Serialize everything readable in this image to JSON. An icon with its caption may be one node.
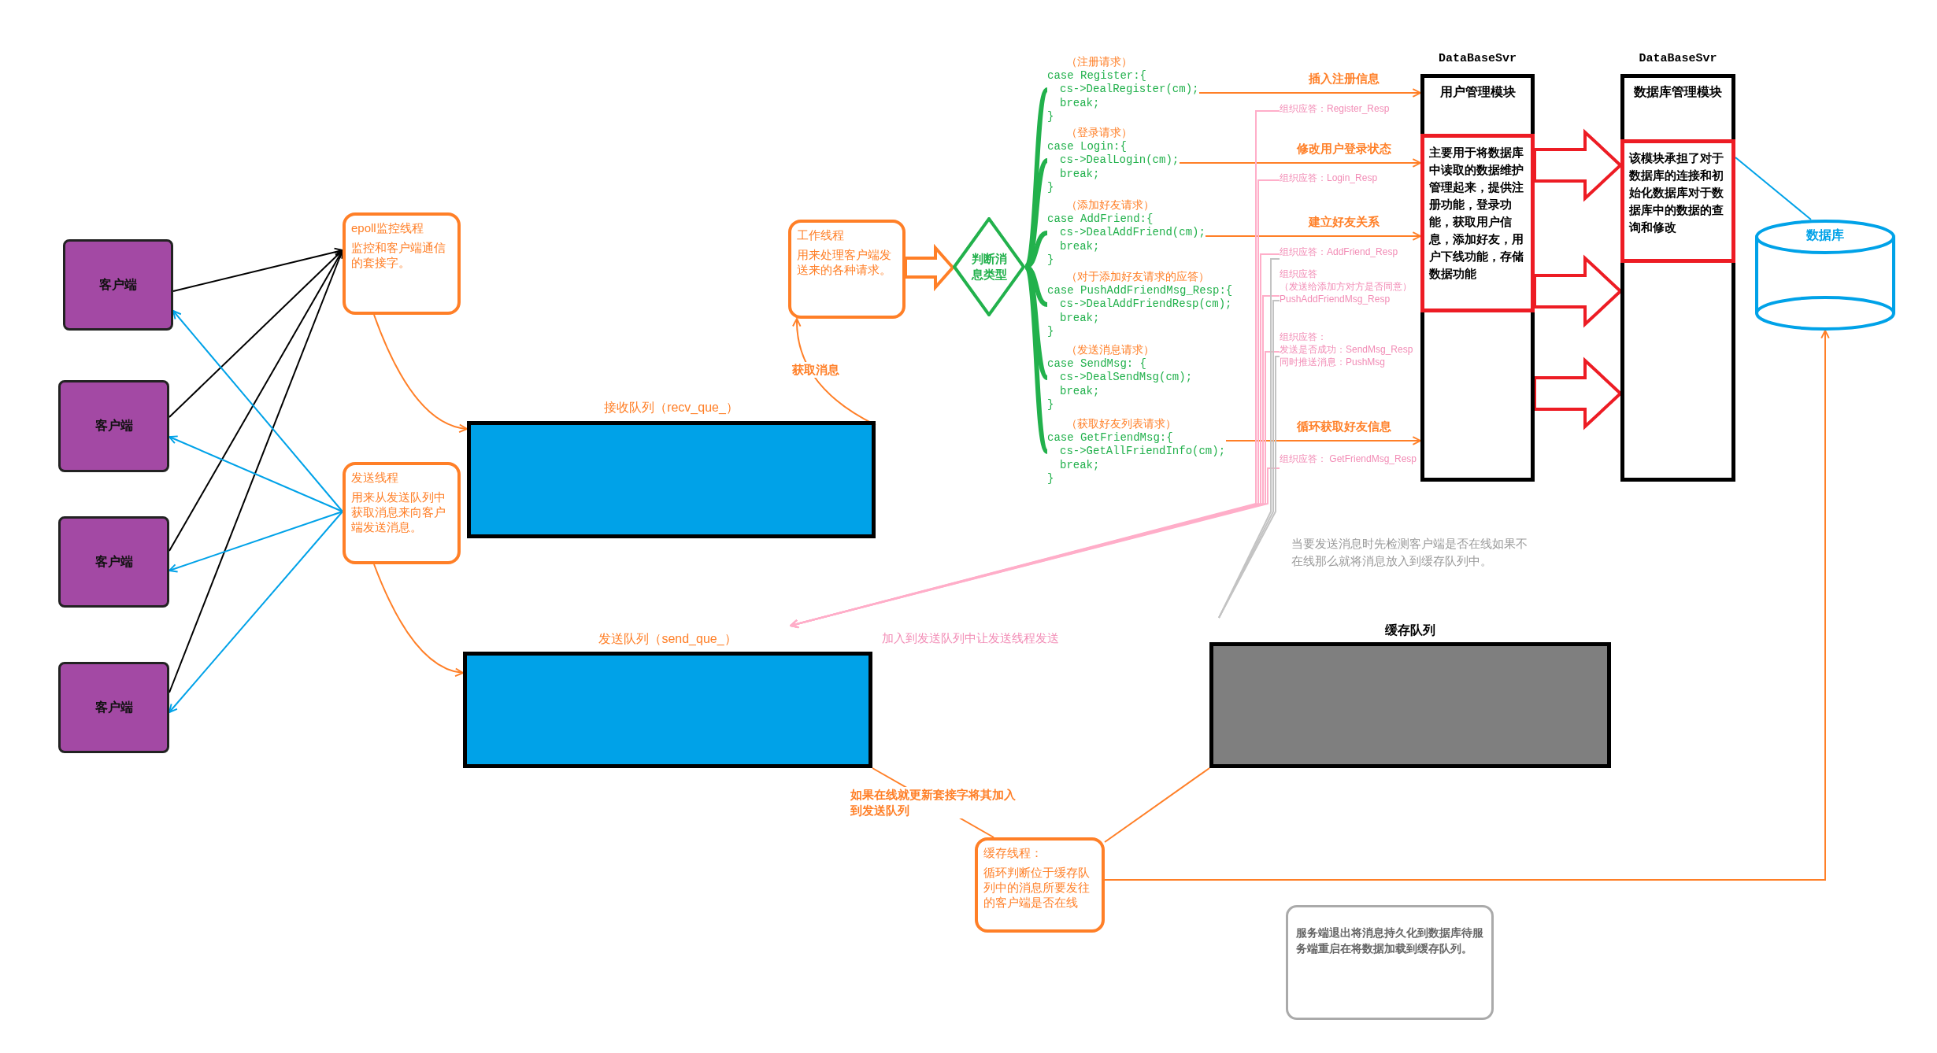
{
  "diagram": {
    "nodes": [
      {
        "text": [
          "客户端"
        ]
      },
      {
        "text": [
          "客户端"
        ]
      },
      {
        "text": [
          "客户端"
        ]
      },
      {
        "text": [
          "客户端"
        ]
      },
      {
        "text": [
          "epoll监控线程",
          "监控和客户端通信的套接字。"
        ]
      },
      {
        "text": [
          "发送线程",
          "用来从发送队列中获取消息来向客户端发送消息。"
        ]
      },
      {
        "text": [
          "接收队列（recv_que_）"
        ]
      },
      {
        "text": [
          "发送队列（send_que_）"
        ]
      },
      {
        "text": [
          "工作线程",
          "用来处理客户端发送来的各种请求。"
        ]
      },
      {
        "text": [
          "判断消息类型"
        ]
      },
      {
        "text": [
          "（注册请求）",
          "case Register:{",
          "cs->DealRegister(cm);",
          "break;",
          "}"
        ]
      },
      {
        "text": [
          "（登录请求）",
          "case Login:{",
          "cs->DealLogin(cm);",
          "break;",
          "}"
        ]
      },
      {
        "text": [
          "（添加好友请求）",
          "case AddFriend:{",
          "cs->DealAddFriend(cm);",
          "break;",
          "}"
        ]
      },
      {
        "text": [
          "（对于添加好友请求的应答）",
          "case PushAddFriendMsg_Resp:{",
          "cs->DealAddFriendResp(cm);",
          "break;",
          "}"
        ]
      },
      {
        "text": [
          "（发送消息请求）",
          "case SendMsg: {",
          "cs->DealSendMsg(cm);",
          "break;",
          "}"
        ]
      },
      {
        "text": [
          "（获取好友列表请求）",
          "case GetFriendMsg:{",
          "cs->GetAllFriendInfo(cm);",
          "break;",
          "}"
        ]
      },
      {
        "text": [
          "组织应答：Register_Resp"
        ]
      },
      {
        "text": [
          "组织应答：Login_Resp"
        ]
      },
      {
        "text": [
          "组织应答：AddFriend_Resp"
        ]
      },
      {
        "text": [
          "组织应答",
          "（发送给添加方对方是否同意）",
          "PushAddFriendMsg_Resp"
        ]
      },
      {
        "text": [
          "组织应答：",
          "发送是否成功：SendMsg_Resp",
          "同时推送消息：PushMsg"
        ]
      },
      {
        "text": [
          "组织应答： GetFriendMsg_Resp"
        ]
      },
      {
        "text": [
          "DataBaseSvr",
          "用户管理模块"
        ]
      },
      {
        "text": [
          "主要用于将数据库中读取的数据维护管理起来，提供注册功能，登录功能，获取用户信息，添加好友，用户下线功能，存储数据功能"
        ],
        "in": 22
      },
      {
        "text": [
          "DataBaseSvr",
          "数据库管理模块"
        ]
      },
      {
        "text": [
          "该模块承担了对于数据库的连接和初始化数据库对于数据库中的数据的查询和修改"
        ],
        "in": 24
      },
      {
        "text": [
          "数据库"
        ]
      },
      {
        "text": [
          "缓存队列"
        ]
      },
      {
        "text": [
          "缓存线程：",
          "循环判断位于缓存队列中的消息所要发往的客户端是否在线"
        ]
      },
      {
        "text": [
          "服务端退出将消息持久化到数据库待服务端重启在将数据加载到缓存队列。"
        ]
      }
    ],
    "edges": [
      {
        "from": 0,
        "to": 4,
        "arrow": "to",
        "color": "#000000"
      },
      {
        "from": 1,
        "to": 4,
        "arrow": "to",
        "color": "#000000"
      },
      {
        "from": 2,
        "to": 4,
        "arrow": "to",
        "color": "#000000"
      },
      {
        "from": 3,
        "to": 4,
        "arrow": "to",
        "color": "#000000"
      },
      {
        "from": 5,
        "to": 0,
        "arrow": "to",
        "color": "#00a2e8"
      },
      {
        "from": 5,
        "to": 1,
        "arrow": "to",
        "color": "#00a2e8"
      },
      {
        "from": 5,
        "to": 2,
        "arrow": "to",
        "color": "#00a2e8"
      },
      {
        "from": 5,
        "to": 3,
        "arrow": "to",
        "color": "#00a2e8"
      },
      {
        "from": 4,
        "to": 6,
        "arrow": "to",
        "color": "#ff7f27"
      },
      {
        "from": 5,
        "to": 7,
        "arrow": "to",
        "color": "#ff7f27"
      },
      {
        "from": 6,
        "to": 8,
        "arrow": "to",
        "label": "获取消息",
        "color": "#ff7f27"
      },
      {
        "from": 8,
        "to": 9,
        "arrow": "to",
        "style": "thick",
        "color": "#ff7f27"
      },
      {
        "from": 9,
        "to": 10,
        "arrow": "none",
        "style": "thick",
        "color": "#22b14c"
      },
      {
        "from": 9,
        "to": 11,
        "arrow": "none",
        "style": "thick",
        "color": "#22b14c"
      },
      {
        "from": 9,
        "to": 12,
        "arrow": "none",
        "style": "thick",
        "color": "#22b14c"
      },
      {
        "from": 9,
        "to": 13,
        "arrow": "none",
        "style": "thick",
        "color": "#22b14c"
      },
      {
        "from": 9,
        "to": 14,
        "arrow": "none",
        "style": "thick",
        "color": "#22b14c"
      },
      {
        "from": 9,
        "to": 15,
        "arrow": "none",
        "style": "thick",
        "color": "#22b14c"
      },
      {
        "from": 10,
        "to": 22,
        "arrow": "to",
        "label": "插入注册信息",
        "color": "#ff7f27"
      },
      {
        "from": 11,
        "to": 22,
        "arrow": "to",
        "label": "修改用户登录状态",
        "color": "#ff7f27"
      },
      {
        "from": 12,
        "to": 22,
        "arrow": "to",
        "label": "建立好友关系",
        "color": "#ff7f27"
      },
      {
        "from": 15,
        "to": 22,
        "arrow": "to",
        "label": "循环获取好友信息",
        "color": "#ff7f27"
      },
      {
        "from": 16,
        "to": 7,
        "arrow": "to",
        "color": "#ffaec9"
      },
      {
        "from": 17,
        "to": 7,
        "arrow": "to",
        "color": "#ffaec9"
      },
      {
        "from": 18,
        "to": 7,
        "arrow": "to",
        "color": "#ffaec9"
      },
      {
        "from": 19,
        "to": 7,
        "arrow": "to",
        "color": "#ffaec9"
      },
      {
        "from": 20,
        "to": 7,
        "arrow": "to",
        "color": "#ffaec9"
      },
      {
        "from": 21,
        "to": 7,
        "arrow": "to",
        "color": "#ffaec9"
      },
      {
        "from": 18,
        "to": 27,
        "arrow": "none",
        "color": "#c3c3c3"
      },
      {
        "from": 19,
        "to": 27,
        "arrow": "none",
        "color": "#c3c3c3"
      },
      {
        "from": 20,
        "to": 27,
        "arrow": "none",
        "color": "#c3c3c3"
      },
      {
        "from": 23,
        "to": 25,
        "arrow": "to",
        "style": "thick",
        "color": "#ed1c24"
      },
      {
        "from": 23,
        "to": 24,
        "arrow": "to",
        "style": "thick",
        "color": "#ed1c24"
      },
      {
        "from": 22,
        "to": 24,
        "arrow": "to",
        "style": "thick",
        "color": "#ed1c24"
      },
      {
        "from": 25,
        "to": 26,
        "arrow": "none",
        "color": "#00a2e8"
      },
      {
        "from": 28,
        "to": 26,
        "arrow": "to",
        "color": "#ff7f27"
      },
      {
        "from": 7,
        "to": 28,
        "arrow": "none",
        "label": "如果在线就更新套接字将其加入到发送队列",
        "color": "#ff7f27"
      },
      {
        "from": 27,
        "to": 28,
        "arrow": "none",
        "color": "#ff7f27"
      }
    ],
    "labels": [
      "加入到发送队列中让发送线程发送",
      "当要发送消息时先检测客户端是否在线如果不在线那么就将消息放入到缓存队列中。"
    ]
  }
}
